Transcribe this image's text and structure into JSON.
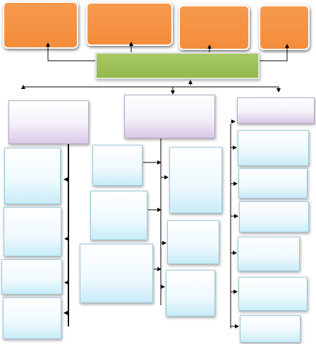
{
  "nodes": {
    "top": [
      {
        "id": "top-box-1",
        "text": ""
      },
      {
        "id": "top-box-2",
        "text": ""
      },
      {
        "id": "top-box-3",
        "text": ""
      },
      {
        "id": "top-box-4",
        "text": ""
      }
    ],
    "hub": {
      "id": "hub-box",
      "text": ""
    },
    "categories": [
      {
        "id": "category-left",
        "text": ""
      },
      {
        "id": "category-middle",
        "text": ""
      },
      {
        "id": "category-right",
        "text": ""
      }
    ],
    "left_items": [
      "",
      "",
      "",
      ""
    ],
    "middle_left_items": [
      "",
      "",
      ""
    ],
    "middle_right_items": [
      "",
      "",
      ""
    ],
    "right_items": [
      "",
      "",
      "",
      "",
      "",
      ""
    ]
  },
  "colors": {
    "top": "#f79646",
    "hub": "#9bbb59",
    "category": "#e5dfec",
    "item": "#daeef3",
    "line": "#000000"
  }
}
